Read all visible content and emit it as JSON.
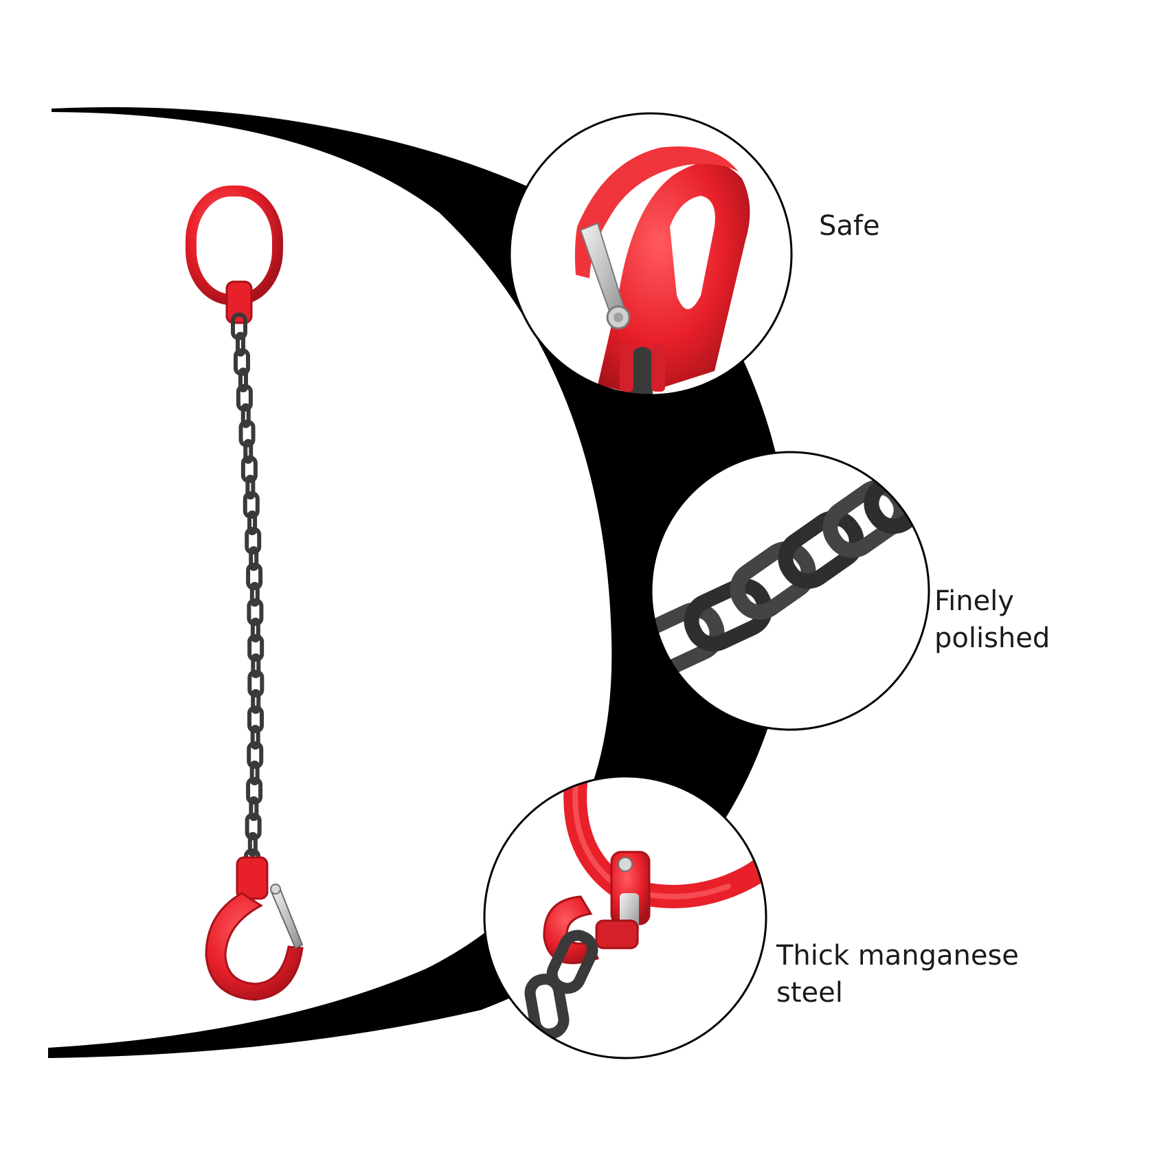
{
  "features": [
    {
      "id": "hook",
      "lines": [
        "Safe"
      ]
    },
    {
      "id": "chain",
      "lines": [
        "Finely",
        "polished"
      ]
    },
    {
      "id": "link",
      "lines": [
        "Thick manganese",
        "steel"
      ]
    }
  ],
  "colors": {
    "background": "#ffffff",
    "crescent": "#000000",
    "hardware_red": "#e8202a",
    "chain_gray": "#3a3a3a",
    "latch_silver": "#c9c9c9"
  },
  "icons": [
    "master-link",
    "clevis-hook",
    "safety-latch",
    "chain-link"
  ]
}
